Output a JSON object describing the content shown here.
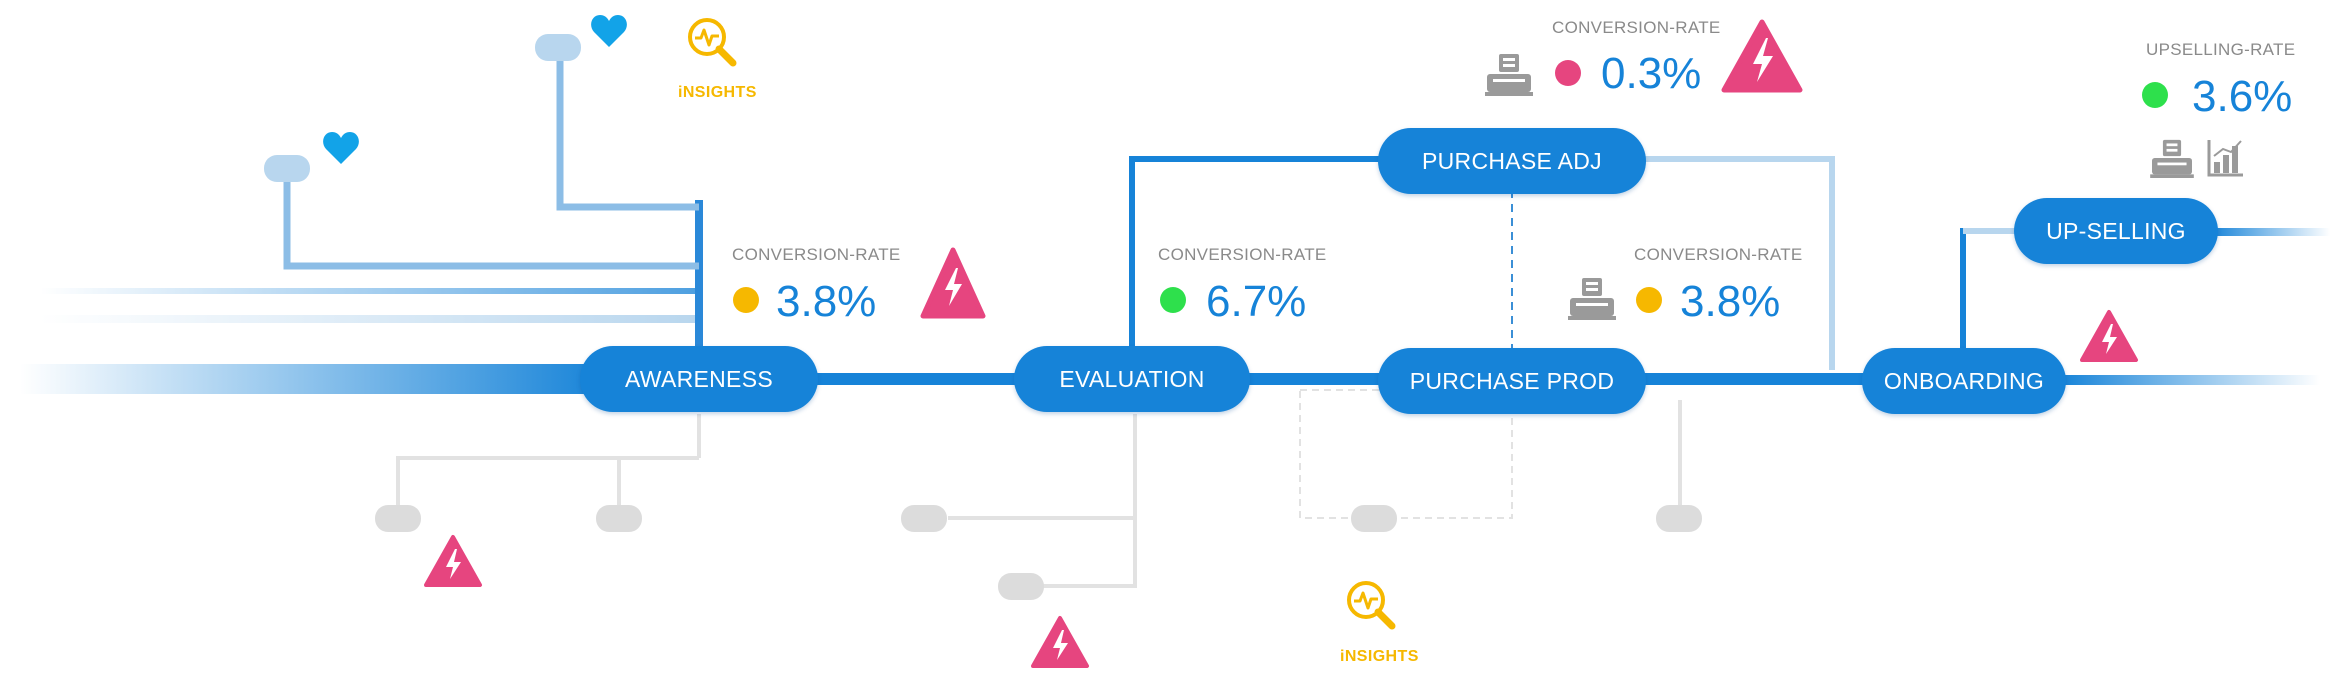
{
  "colors": {
    "primary": "#1683d8",
    "light_line": "#b8d6ee",
    "grey_line": "#e2e2e2",
    "alert": "#e6457f",
    "insight": "#f6b800",
    "heart": "#12a3e8",
    "dot_yellow": "#f6b800",
    "dot_green": "#2ee04c",
    "dot_pink": "#e6457f",
    "register": "#9a9a9a"
  },
  "stages": {
    "awareness": "AWARENESS",
    "evaluation": "EVALUATION",
    "purchase_prod": "PURCHASE PROD",
    "purchase_adj": "PURCHASE ADJ",
    "onboarding": "ONBOARDING",
    "upselling": "UP-SELLING"
  },
  "metrics": {
    "awareness": {
      "label": "CONVERSION-RATE",
      "value": "3.8%",
      "status": "yellow"
    },
    "evaluation": {
      "label": "CONVERSION-RATE",
      "value": "6.7%",
      "status": "green"
    },
    "purchase_adj": {
      "label": "CONVERSION-RATE",
      "value": "0.3%",
      "status": "pink"
    },
    "purchase_prod": {
      "label": "CONVERSION-RATE",
      "value": "3.8%",
      "status": "yellow"
    },
    "upselling": {
      "label": "UPSELLING-RATE",
      "value": "3.6%",
      "status": "green"
    }
  },
  "insights": {
    "top": "iNSIGHTS",
    "bottom": "iNSIGHTS"
  },
  "icons": {
    "alert": "alert-triangle-icon",
    "insight": "insights-magnifier-icon",
    "heart": "heart-icon",
    "register": "cash-register-icon",
    "chart": "bar-chart-icon"
  }
}
